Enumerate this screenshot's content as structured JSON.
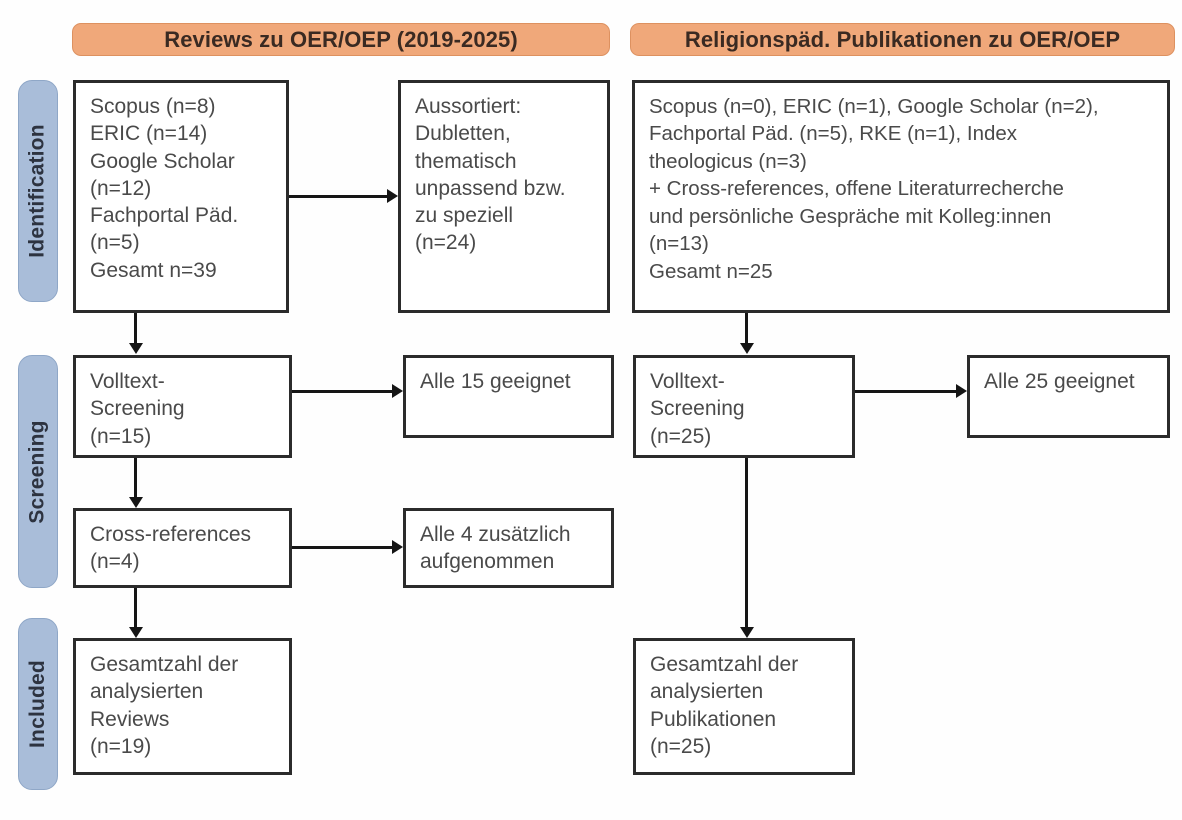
{
  "figure": {
    "type": "prisma-flow-diagram",
    "title_left": "Reviews zu OER/OEP (2019-2025)",
    "title_right": "Religionspäd. Publikationen zu OER/OEP",
    "accent_orange": "#f0a87a",
    "accent_blue": "#a9bdd9",
    "box_border": "#2b2b2b"
  },
  "stages": [
    {
      "label": "Identification"
    },
    {
      "label": "Screening"
    },
    {
      "label": "Included"
    }
  ],
  "columns": {
    "left": {
      "header": "Reviews zu OER/OEP (2019-2025)",
      "identification": {
        "sources": "Scopus (n=8)\nERIC (n=14)\nGoogle Scholar\n(n=12)\nFachportal Päd.\n(n=5)\nGesamt n=39",
        "excluded": "Aussortiert:\nDubletten,\nthematisch\nunpassend bzw.\nzu speziell\n(n=24)"
      },
      "screening": {
        "fulltext": "Volltext-\nScreening\n(n=15)",
        "fulltext_result": "Alle 15 geeignet",
        "crossrefs": "Cross-references\n(n=4)",
        "crossrefs_result": "Alle 4 zusätzlich\naufgenommen"
      },
      "included": {
        "total": "Gesamtzahl der\nanalysierten\nReviews\n(n=19)"
      }
    },
    "right": {
      "header": "Religionspäd. Publikationen zu OER/OEP",
      "identification": {
        "sources": "Scopus (n=0), ERIC (n=1), Google Scholar (n=2),\nFachportal Päd. (n=5), RKE (n=1), Index\ntheologicus (n=3)\n+ Cross-references, offene Literaturrecherche\nund persönliche Gespräche mit Kolleg:innen\n(n=13)\nGesamt n=25"
      },
      "screening": {
        "fulltext": "Volltext-\nScreening\n(n=25)",
        "fulltext_result": "Alle 25 geeignet"
      },
      "included": {
        "total": "Gesamtzahl der\nanalysierten\nPublikationen\n(n=25)"
      }
    }
  },
  "chart_data": {
    "type": "table",
    "title": "PRISMA flow counts",
    "categories": [
      "Left: Scopus",
      "Left: ERIC",
      "Left: Google Scholar",
      "Left: Fachportal Päd.",
      "Left: Gesamt",
      "Left: Aussortiert",
      "Left: Volltext-Screening",
      "Left: Cross-references",
      "Left: Analysierte Reviews",
      "Right: Scopus",
      "Right: ERIC",
      "Right: Google Scholar",
      "Right: Fachportal Päd.",
      "Right: RKE",
      "Right: Index theologicus",
      "Right: Cross-references/Gespräche",
      "Right: Gesamt",
      "Right: Volltext-Screening",
      "Right: Analysierte Publikationen"
    ],
    "values": [
      8,
      14,
      12,
      5,
      39,
      24,
      15,
      4,
      19,
      0,
      1,
      2,
      5,
      1,
      3,
      13,
      25,
      25,
      25
    ]
  }
}
